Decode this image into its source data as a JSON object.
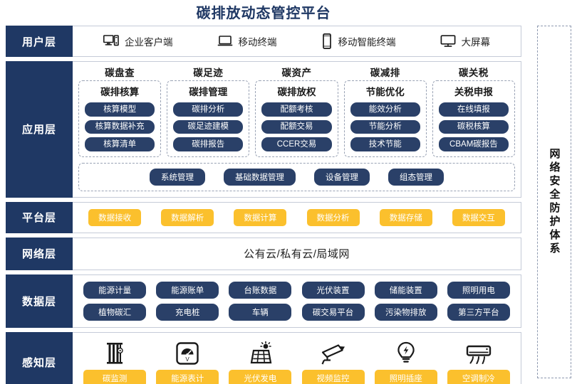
{
  "title": "碳排放动态管控平台",
  "security_band": {
    "label": "网络安全防护体系"
  },
  "layers": {
    "user": {
      "label": "用户层",
      "items": [
        {
          "icon": "desktop-tower-icon",
          "label": "企业客户端"
        },
        {
          "icon": "laptop-icon",
          "label": "移动终端"
        },
        {
          "icon": "smartphone-icon",
          "label": "移动智能终端"
        },
        {
          "icon": "monitor-icon",
          "label": "大屏幕"
        }
      ]
    },
    "application": {
      "label": "应用层",
      "columns": [
        {
          "title": "碳盘查",
          "box_title": "碳排核算",
          "items": [
            "核算模型",
            "核算数据补充",
            "核算清单"
          ]
        },
        {
          "title": "碳足迹",
          "box_title": "碳排管理",
          "items": [
            "碳排分析",
            "碳足迹建模",
            "碳排报告"
          ]
        },
        {
          "title": "碳资产",
          "box_title": "碳排放权",
          "items": [
            "配额考核",
            "配额交易",
            "CCER交易"
          ]
        },
        {
          "title": "碳减排",
          "box_title": "节能优化",
          "items": [
            "能效分析",
            "节能分析",
            "技术节能"
          ]
        },
        {
          "title": "碳关税",
          "box_title": "关税申报",
          "items": [
            "在线填报",
            "碳税核算",
            "CBAM碳报告"
          ]
        }
      ],
      "management": [
        "系统管理",
        "基础数据管理",
        "设备管理",
        "组态管理"
      ]
    },
    "platform": {
      "label": "平台层",
      "items": [
        "数据接收",
        "数据解析",
        "数据计算",
        "数据分析",
        "数据存储",
        "数据交互"
      ]
    },
    "network": {
      "label": "网络层",
      "text": "公有云/私有云/局域网"
    },
    "data": {
      "label": "数据层",
      "row1": [
        "能源计量",
        "能源账单",
        "台账数据",
        "光伏装置",
        "储能装置",
        "照明用电"
      ],
      "row2": [
        "植物碳汇",
        "充电桩",
        "车辆",
        "碳交易平台",
        "污染物排放",
        "第三方平台"
      ]
    },
    "sensing": {
      "label": "感知层",
      "items": [
        {
          "icon": "carbon-sensor-icon",
          "label": "碳监测"
        },
        {
          "icon": "energy-meter-icon",
          "label": "能源表计"
        },
        {
          "icon": "solar-panel-icon",
          "label": "光伏发电"
        },
        {
          "icon": "cctv-camera-icon",
          "label": "视频监控"
        },
        {
          "icon": "lightbulb-icon",
          "label": "照明插座"
        },
        {
          "icon": "air-conditioner-icon",
          "label": "空调制冷"
        }
      ]
    }
  },
  "colors": {
    "navy": "#1F3864",
    "chip_navy": "#2A4068",
    "yellow": "#FBC02D",
    "border": "#c5cbd8",
    "dashed": "#9aa3b5"
  }
}
